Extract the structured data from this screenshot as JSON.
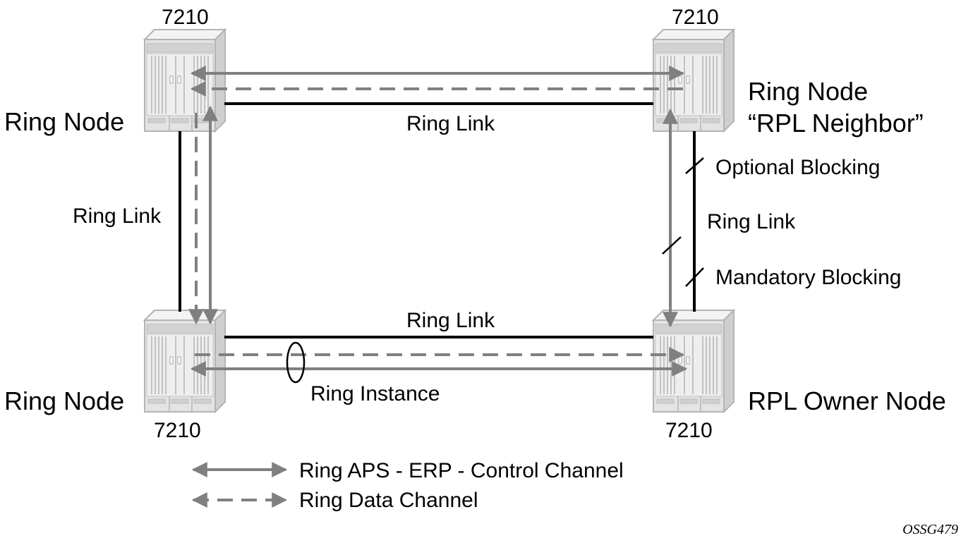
{
  "nodes": {
    "top_left": {
      "model": "7210",
      "role": "Ring Node"
    },
    "top_right": {
      "model": "7210",
      "role_line1": "Ring Node",
      "role_line2": "“RPL Neighbor”"
    },
    "bottom_left": {
      "model": "7210",
      "role": "Ring Node"
    },
    "bottom_right": {
      "model": "7210",
      "role": "RPL Owner Node"
    }
  },
  "links": {
    "top": "Ring Link",
    "left": "Ring Link",
    "right": "Ring Link",
    "bottom": "Ring Link"
  },
  "annotations": {
    "optional_blocking": "Optional Blocking",
    "mandatory_blocking": "Mandatory Blocking",
    "ring_instance": "Ring Instance"
  },
  "legend": {
    "control_channel": "Ring APS - ERP - Control Channel",
    "data_channel": "Ring Data Channel"
  },
  "figure_id": "OSSG479",
  "colors": {
    "ring_link": "#000000",
    "channel": "#808080",
    "device_fill": "#e3e3e3",
    "device_edge": "#b4b4b4"
  }
}
